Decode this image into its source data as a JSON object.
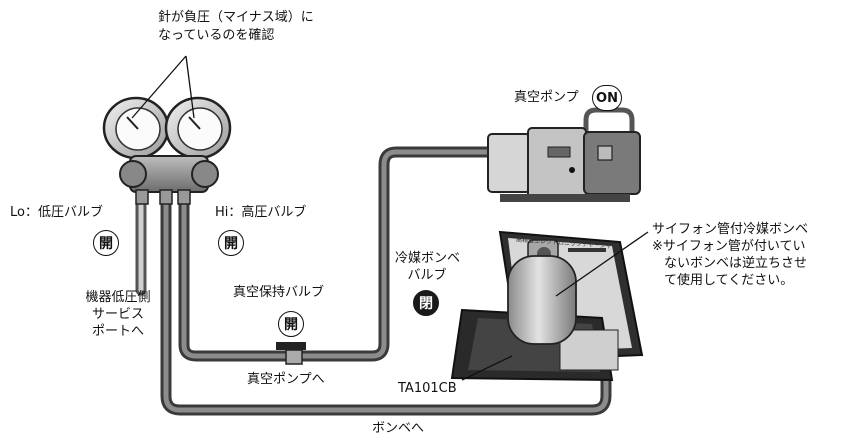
{
  "labels": {
    "needle_note": [
      "針が負圧（マイナス域）に",
      "なっているのを確認"
    ],
    "vacuum_pump": "真空ポンプ",
    "vacuum_pump_state": "ON",
    "lo_valve": "Lo：低圧バルブ",
    "hi_valve": "Hi：高圧バルブ",
    "open_mark": "開",
    "close_mark": "閉",
    "refrigerant_valve": [
      "冷媒ボンベ",
      "バルブ"
    ],
    "hold_valve": "真空保持バルブ",
    "to_vacuum_pump": "真空ポンプへ",
    "service_port": [
      "機器低圧側",
      "サービス",
      "ポートへ"
    ],
    "model": "TA101CB",
    "to_cylinder": "ボンベへ",
    "siphon_cylinder": "サイフォン管付冷媒ボンベ",
    "siphon_note": [
      "※サイフォン管が付いてい",
      "ないボンベは逆立ちさせ",
      "て使用してください。"
    ],
    "scale_title": "高精度エレクトロニックチャージャー"
  }
}
